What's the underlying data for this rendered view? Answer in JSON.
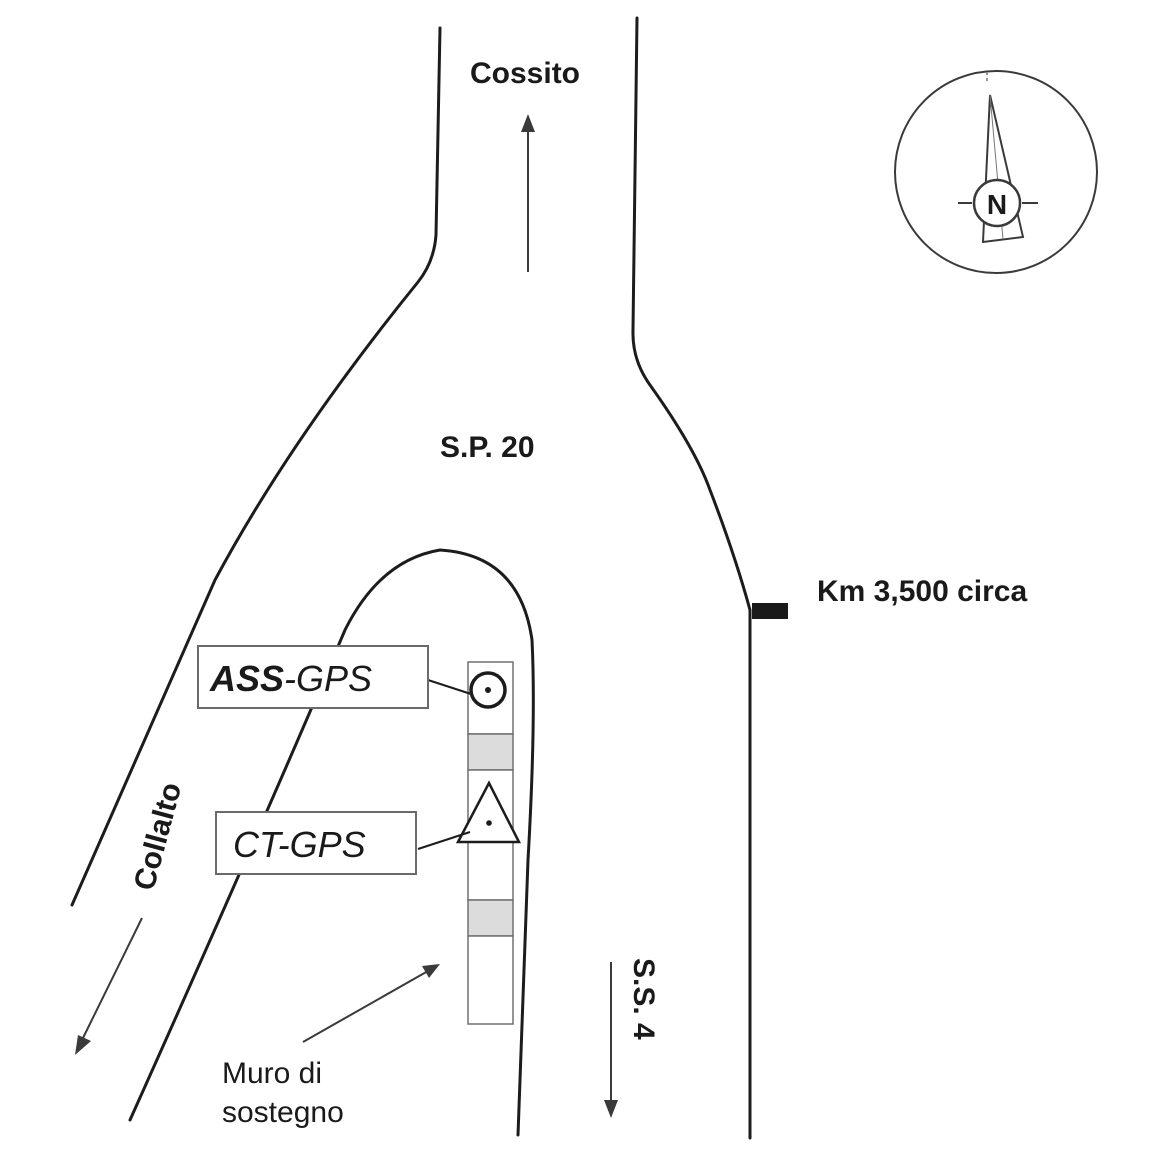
{
  "labels": {
    "cossito": "Cossito",
    "sp20": "S.P. 20",
    "km_marker": "Km 3,500 circa",
    "collalto": "Collalto",
    "ss4": "S.S. 4",
    "muro_line1": "Muro di",
    "muro_line2": "sostegno",
    "ass_gps_bold": "ASS",
    "ass_gps_rest": "-GPS",
    "ct_gps": "CT-GPS",
    "compass_north": "N"
  },
  "colors": {
    "road_line": "#1c1c1c",
    "text": "#1a1a1a",
    "box_border": "#6a6a6a",
    "strip_shade": "#dcdcdc",
    "km_marker": "#1a1a1a"
  },
  "icons": {
    "ass_gps_marker": "circle-dot-icon",
    "ct_gps_marker": "triangle-dot-icon",
    "compass": "north-arrow-icon"
  }
}
